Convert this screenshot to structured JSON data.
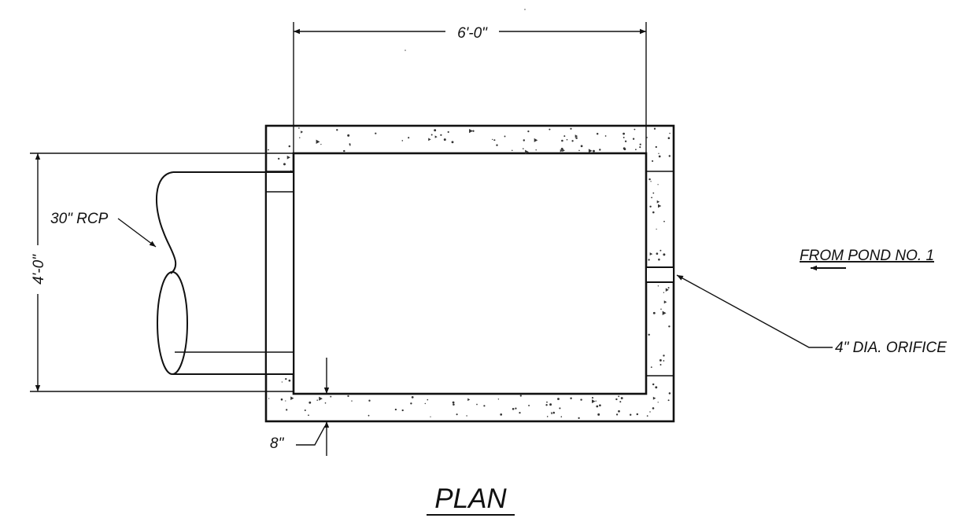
{
  "labels": {
    "width_dim": "6'-0\"",
    "height_dim": "4'-0\"",
    "wall_dim": "8\"",
    "pipe": "30\" RCP",
    "inflow": "FROM POND NO. 1",
    "orifice": "4\" DIA. ORIFICE",
    "title": "PLAN"
  },
  "colors": {
    "line": "#111111",
    "concrete_speckle": "#333333",
    "background": "#ffffff"
  }
}
